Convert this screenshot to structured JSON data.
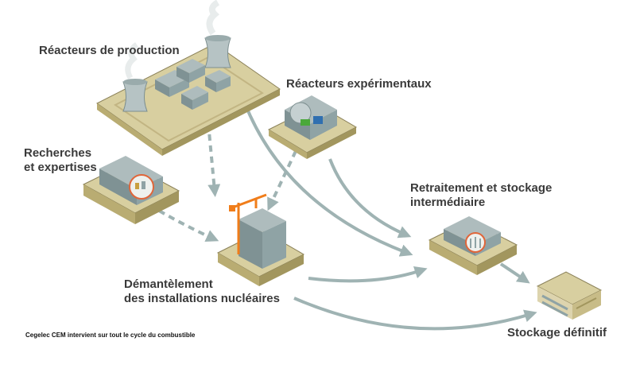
{
  "labels": {
    "production": "Réacteurs de production",
    "experimental": "Réacteurs expérimentaux",
    "research_l1": "Recherches",
    "research_l2": "et expertises",
    "reprocessing_l1": "Retraitement et stockage",
    "reprocessing_l2": "intermédiaire",
    "dismantling_l1": "Démantèlement",
    "dismantling_l2": "des installations nucléaires",
    "final_storage": "Stockage définitif"
  },
  "caption": "Cegelec CEM intervient sur tout le cycle du combustible",
  "colors": {
    "arrow": "#9fb3b3",
    "platform_top": "#d8cfa0",
    "platform_side": "#b9ac72",
    "building": "#8fa3a5",
    "building_light": "#aebcbd",
    "crane": "#f07d1a",
    "accent_blue": "#2f6fb0",
    "accent_green": "#4aa83a",
    "accent_red": "#e0663a"
  }
}
